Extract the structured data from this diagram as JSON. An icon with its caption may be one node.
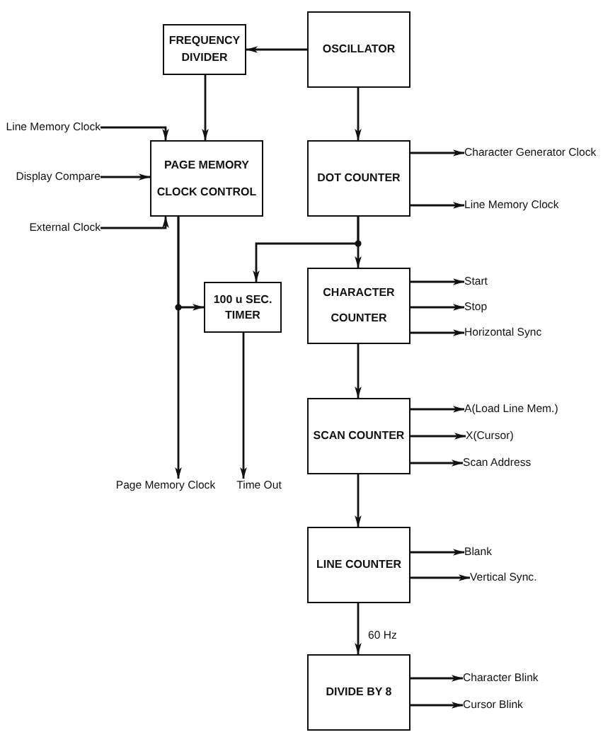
{
  "diagram": {
    "nodes": [
      {
        "text": [
          "FREQUENCY DIVIDER"
        ]
      },
      {
        "text": [
          "OSCILLATOR"
        ]
      },
      {
        "text": [
          "Line Memory Clock"
        ]
      },
      {
        "text": [
          "PAGE MEMORY CLOCK CONTROL"
        ]
      },
      {
        "text": [
          "DOT COUNTER"
        ]
      },
      {
        "text": [
          "Character Generator Clock"
        ]
      },
      {
        "text": [
          "Display Compare"
        ]
      },
      {
        "text": [
          "Line Memory Clock"
        ]
      },
      {
        "text": [
          "External Clock"
        ]
      },
      {
        "text": [
          "100 u SEC. TIMER"
        ]
      },
      {
        "text": [
          "CHARACTER COUNTER"
        ]
      },
      {
        "text": [
          "Start"
        ]
      },
      {
        "text": [
          "Stop"
        ]
      },
      {
        "text": [
          "Horizontal Sync"
        ]
      },
      {
        "text": [
          "SCAN COUNTER"
        ]
      },
      {
        "text": [
          "A(Load Line Mem.)"
        ]
      },
      {
        "text": [
          "X(Cursor)"
        ]
      },
      {
        "text": [
          "Scan Address"
        ]
      },
      {
        "text": [
          "Page Memory Clock"
        ]
      },
      {
        "text": [
          "Time Out"
        ]
      },
      {
        "text": [
          "LINE COUNTER"
        ]
      },
      {
        "text": [
          "Blank"
        ]
      },
      {
        "text": [
          "Vertical Sync."
        ]
      },
      {
        "text": [
          "DIVIDE BY 8"
        ]
      },
      {
        "text": [
          "Character Blink"
        ]
      },
      {
        "text": [
          "Cursor Blink"
        ]
      }
    ],
    "edges": [
      {
        "from": 1,
        "to": 0,
        "arrow": "to"
      },
      {
        "from": 1,
        "to": 4,
        "arrow": "to"
      },
      {
        "from": 0,
        "to": 3,
        "arrow": "to"
      },
      {
        "from": 2,
        "to": 3,
        "arrow": "to"
      },
      {
        "from": 6,
        "to": 3,
        "arrow": "to"
      },
      {
        "from": 8,
        "to": 3,
        "arrow": "to"
      },
      {
        "from": 4,
        "to": 5,
        "arrow": "to"
      },
      {
        "from": 4,
        "to": 7,
        "arrow": "to"
      },
      {
        "from": 4,
        "to": 10,
        "arrow": "to"
      },
      {
        "from": 4,
        "to": 9,
        "arrow": "to"
      },
      {
        "from": 3,
        "to": 18,
        "arrow": "to"
      },
      {
        "from": 3,
        "to": 9,
        "arrow": "to"
      },
      {
        "from": 9,
        "to": 19,
        "arrow": "to"
      },
      {
        "from": 10,
        "to": 11,
        "arrow": "to"
      },
      {
        "from": 10,
        "to": 12,
        "arrow": "to"
      },
      {
        "from": 10,
        "to": 13,
        "arrow": "to"
      },
      {
        "from": 10,
        "to": 14,
        "arrow": "to"
      },
      {
        "from": 14,
        "to": 15,
        "arrow": "to"
      },
      {
        "from": 14,
        "to": 16,
        "arrow": "to"
      },
      {
        "from": 14,
        "to": 17,
        "arrow": "to"
      },
      {
        "from": 14,
        "to": 20,
        "arrow": "to"
      },
      {
        "from": 20,
        "to": 21,
        "arrow": "to"
      },
      {
        "from": 20,
        "to": 22,
        "arrow": "to"
      },
      {
        "from": 20,
        "to": 23,
        "label": "60 Hz",
        "arrow": "to"
      },
      {
        "from": 23,
        "to": 24,
        "arrow": "to"
      },
      {
        "from": 23,
        "to": 25,
        "arrow": "to"
      }
    ]
  }
}
